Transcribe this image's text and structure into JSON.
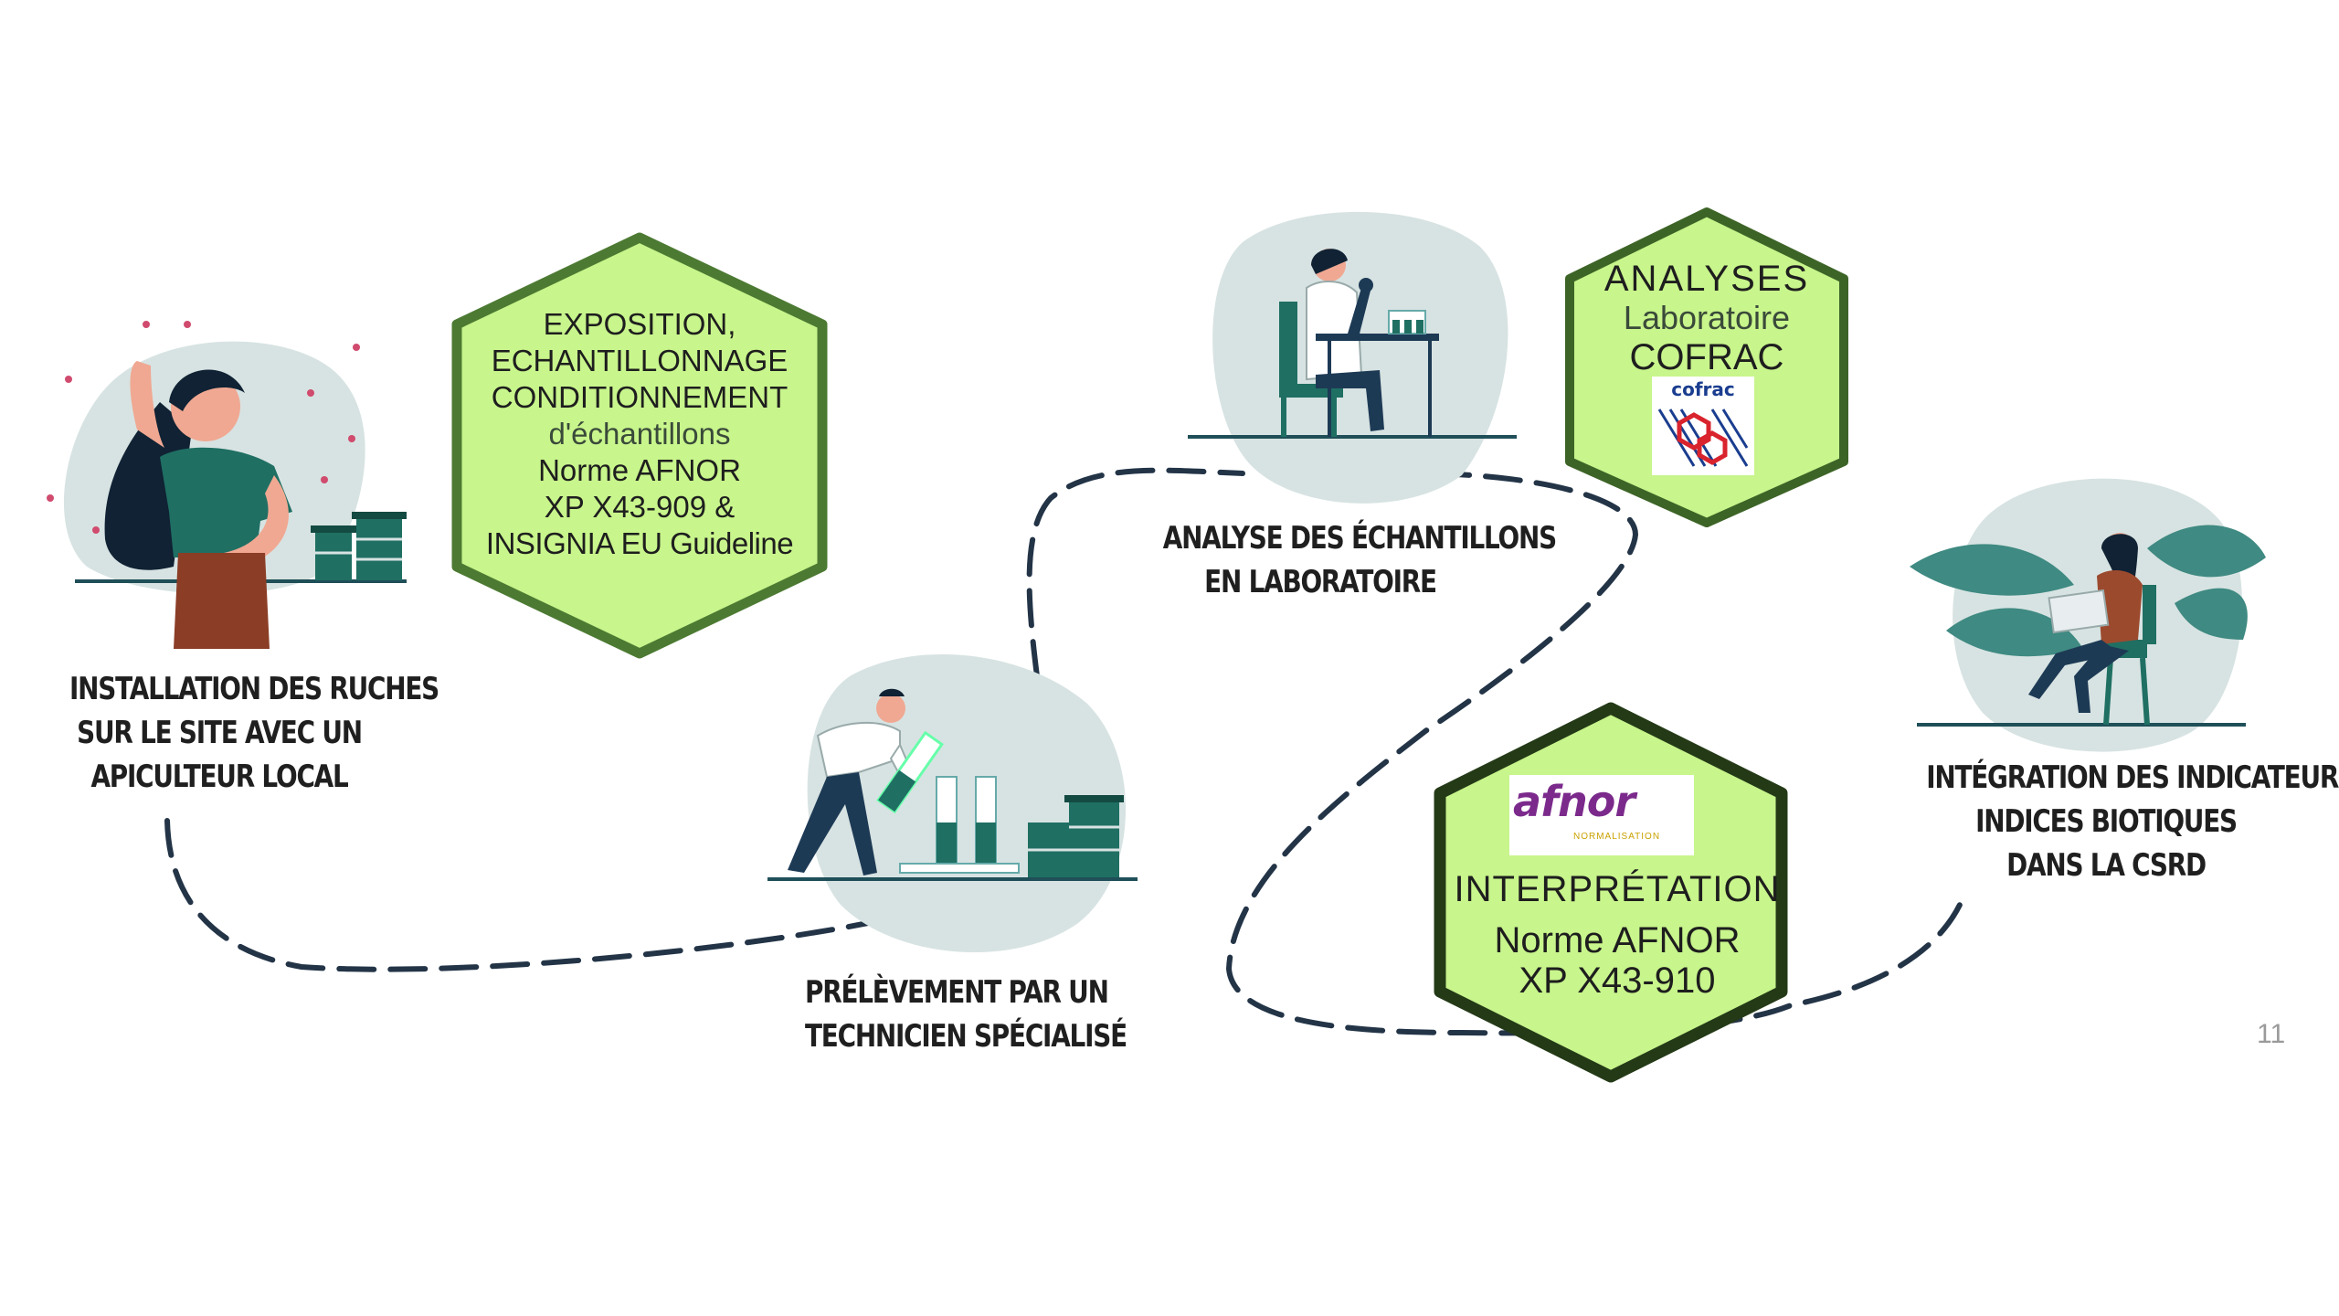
{
  "steps": [
    {
      "lines": [
        "INSTALLATION DES RUCHES",
        "SUR LE SITE AVEC UN",
        "APICULTEUR LOCAL"
      ]
    },
    {
      "lines": [
        "PRÉLÈVEMENT PAR UN",
        "TECHNICIEN SPÉCIALISÉ"
      ]
    },
    {
      "lines": [
        "ANALYSE DES ÉCHANTILLONS",
        "EN LABORATOIRE"
      ]
    },
    {
      "lines": [
        "INTÉGRATION DES INDICATEURS ET",
        "INDICES BIOTIQUES",
        "DANS LA CSRD"
      ]
    }
  ],
  "hexagons": {
    "exposition": {
      "lines": [
        "EXPOSITION,",
        "ECHANTILLONNAGE",
        "CONDITIONNEMENT",
        "d'échantillons",
        "Norme AFNOR",
        "XP X43-909 &",
        "INSIGNIA EU Guideline"
      ]
    },
    "analyses": {
      "lines": [
        "ANALYSES",
        "Laboratoire",
        "COFRAC"
      ],
      "logo_text": "cofrac"
    },
    "interpretation": {
      "lines": [
        "INTERPRÉTATION",
        "Norme AFNOR",
        "XP X43-910"
      ],
      "logo_text": "afnor",
      "logo_subtext": "NORMALISATION"
    }
  },
  "colors": {
    "hex_fill": "#c8f58c",
    "hex_border_1": "#4c7a32",
    "hex_border_3": "#243a17",
    "blob": "#d7e3e2",
    "teal": "#1f6f63",
    "dash": "#233447",
    "afnor_purple": "#7b2a8c",
    "cofrac_red": "#d9232d",
    "cofrac_blue": "#1a3d8f"
  },
  "page_number": "11"
}
